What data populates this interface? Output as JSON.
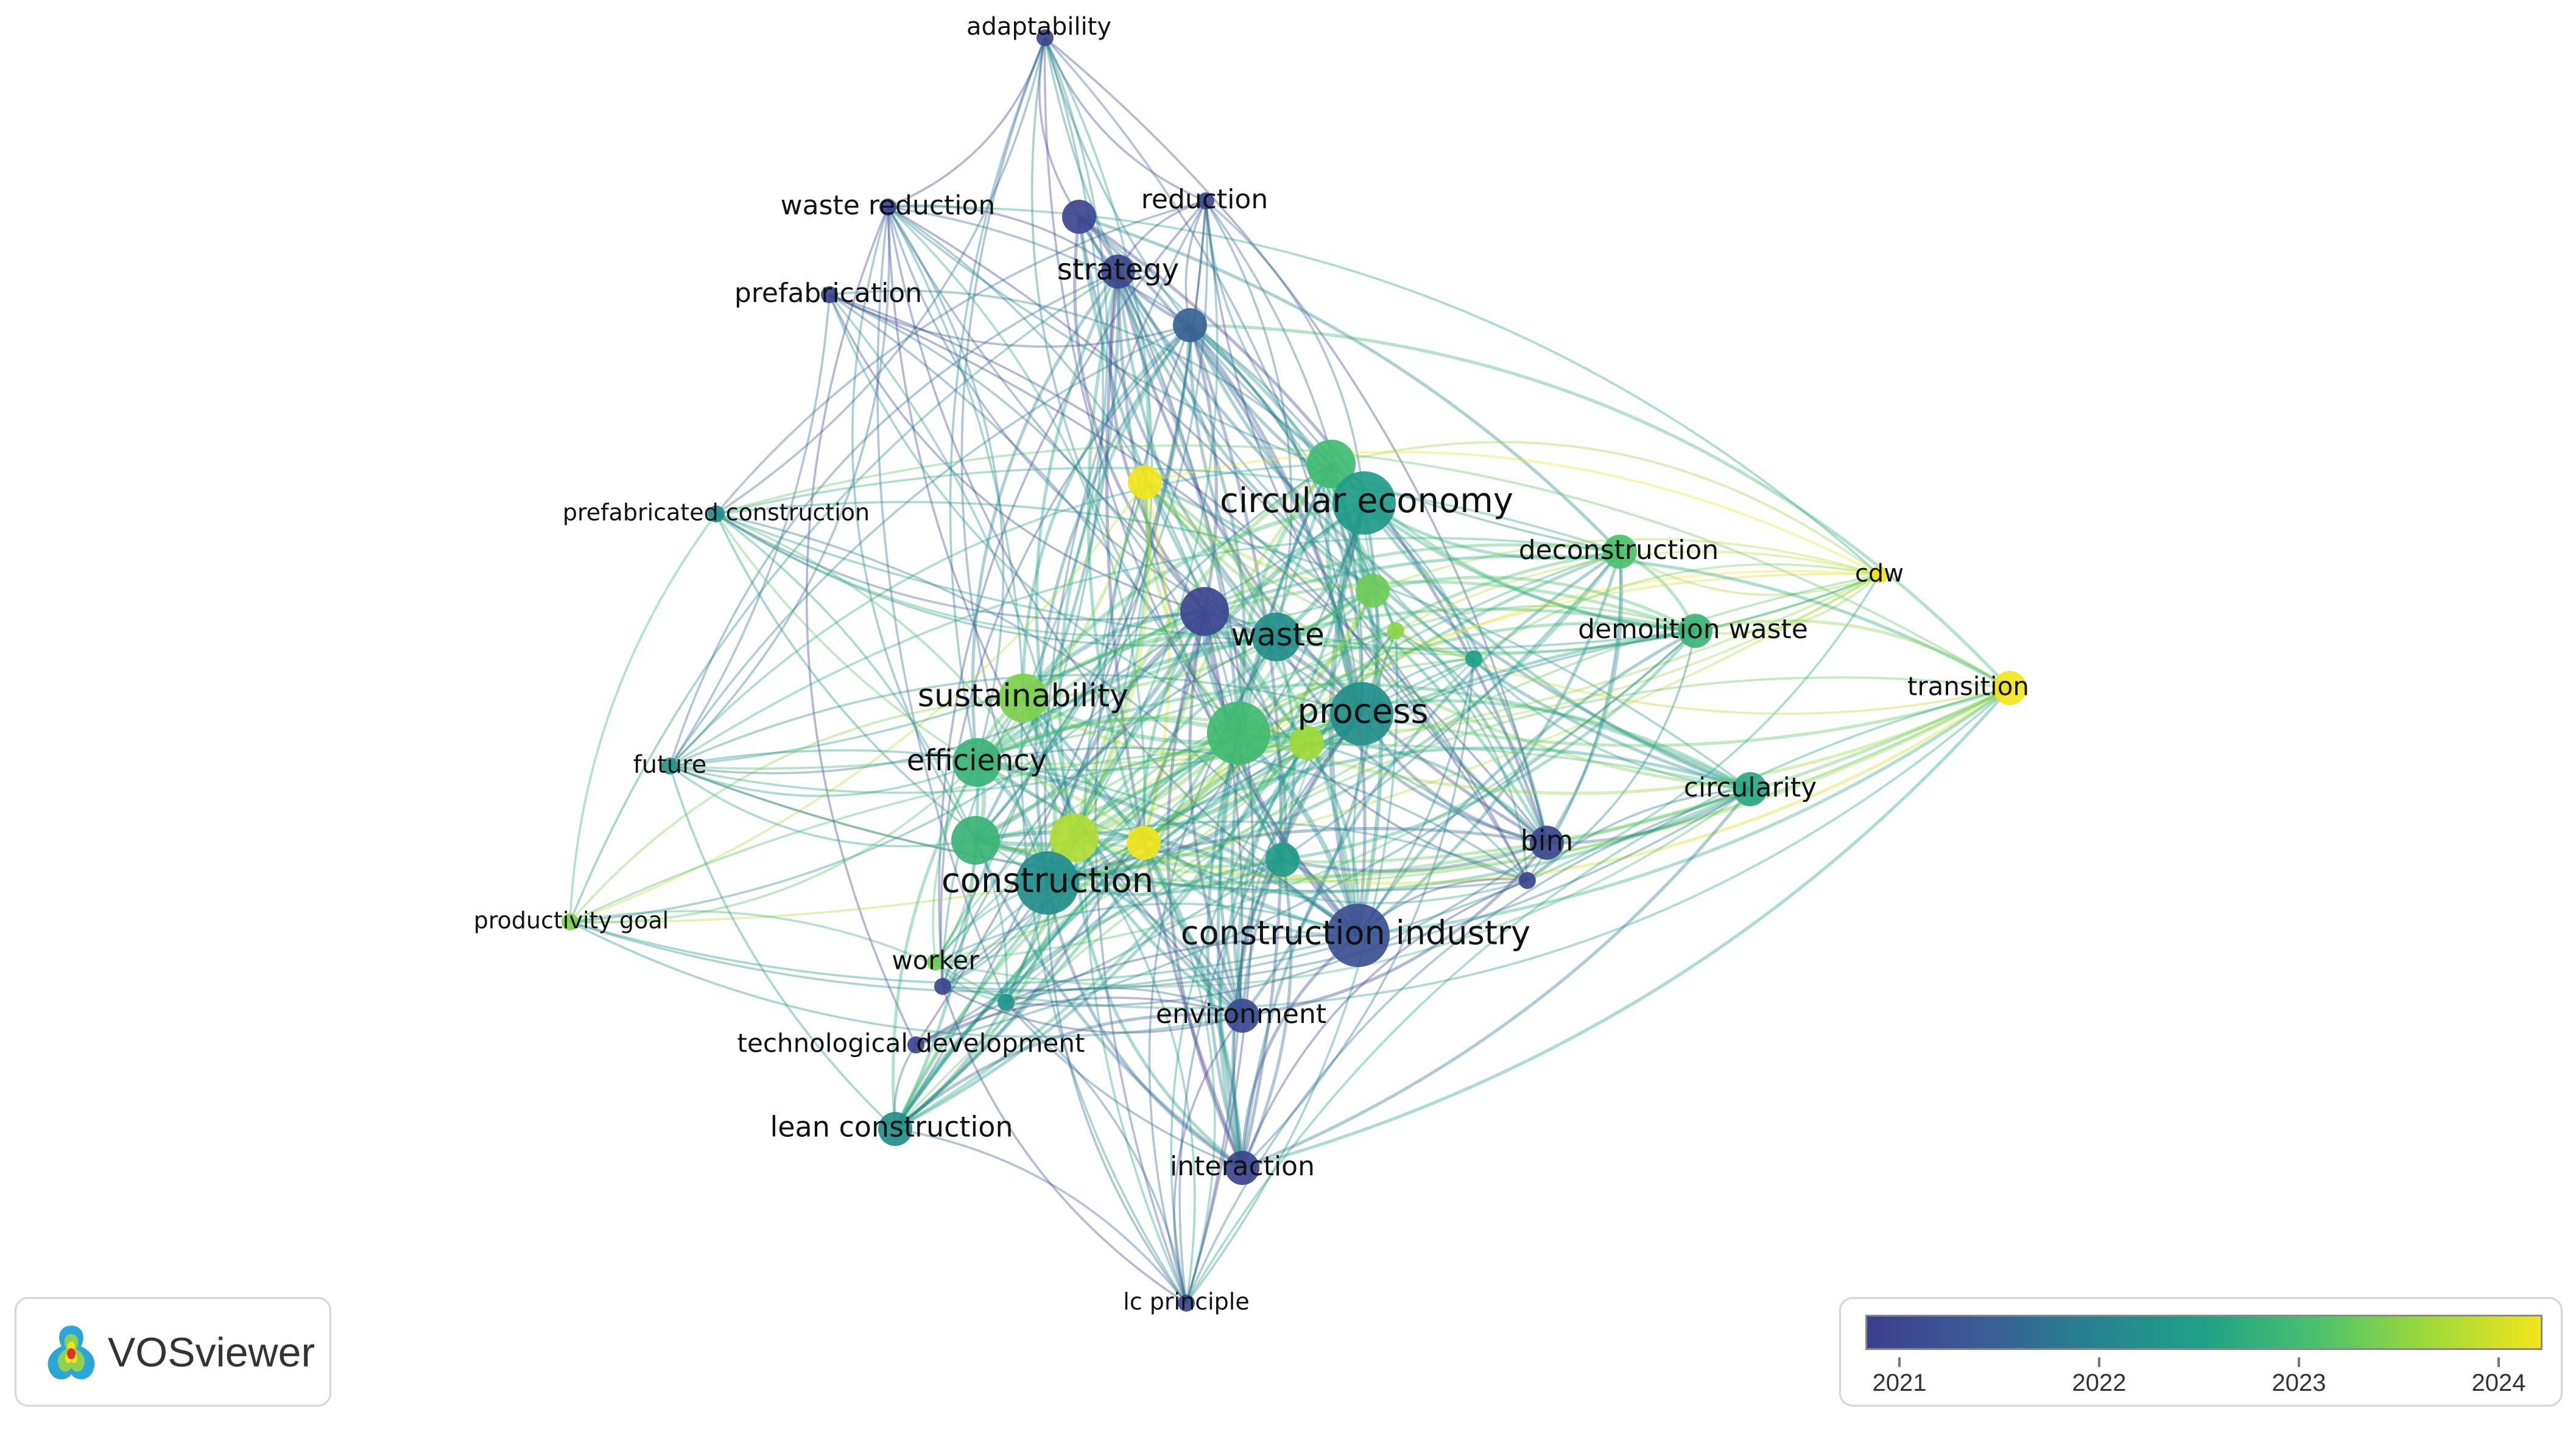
{
  "network": {
    "type": "vosviewer-overlay-map",
    "nodes": [
      {
        "id": "adaptability",
        "label": "adaptability",
        "year": 2021.1,
        "weight": 1
      },
      {
        "id": "waste-reduction",
        "label": "waste reduction",
        "year": 2021.1,
        "weight": 1
      },
      {
        "id": "reduction",
        "label": "reduction",
        "year": 2021.2,
        "weight": 1
      },
      {
        "id": "n-reduction-left",
        "label": "",
        "year": 2021.1,
        "weight": 2
      },
      {
        "id": "strategy",
        "label": "strategy",
        "year": 2021.1,
        "weight": 2
      },
      {
        "id": "prefabrication",
        "label": "prefabrication",
        "year": 2021.1,
        "weight": 1
      },
      {
        "id": "n-strategy-below",
        "label": "",
        "year": 2021.6,
        "weight": 2
      },
      {
        "id": "n-yellow-top",
        "label": "",
        "year": 2024.0,
        "weight": 2
      },
      {
        "id": "n-green-top",
        "label": "",
        "year": 2022.9,
        "weight": 3
      },
      {
        "id": "circular-economy",
        "label": "circular economy",
        "year": 2022.4,
        "weight": 4
      },
      {
        "id": "prefabricated-construction",
        "label": "prefabricated construction",
        "year": 2022.2,
        "weight": 1
      },
      {
        "id": "deconstruction",
        "label": "deconstruction",
        "year": 2023.0,
        "weight": 2
      },
      {
        "id": "cdw",
        "label": "cdw",
        "year": 2024.0,
        "weight": 1
      },
      {
        "id": "n-green-mid",
        "label": "",
        "year": 2023.2,
        "weight": 2
      },
      {
        "id": "n-purple-mid",
        "label": "",
        "year": 2021.1,
        "weight": 3
      },
      {
        "id": "waste",
        "label": "waste",
        "year": 2022.2,
        "weight": 3
      },
      {
        "id": "n-small-green",
        "label": "",
        "year": 2023.4,
        "weight": 1
      },
      {
        "id": "demolition-waste",
        "label": "demolition waste",
        "year": 2022.8,
        "weight": 2
      },
      {
        "id": "n-teal-small",
        "label": "",
        "year": 2022.5,
        "weight": 1
      },
      {
        "id": "transition",
        "label": "transition",
        "year": 2024.0,
        "weight": 2
      },
      {
        "id": "sustainability",
        "label": "sustainability",
        "year": 2023.3,
        "weight": 3
      },
      {
        "id": "process",
        "label": "process",
        "year": 2022.2,
        "weight": 4
      },
      {
        "id": "n-green-big",
        "label": "",
        "year": 2022.9,
        "weight": 4
      },
      {
        "id": "n-lime",
        "label": "",
        "year": 2023.5,
        "weight": 2
      },
      {
        "id": "future",
        "label": "future",
        "year": 2022.3,
        "weight": 1
      },
      {
        "id": "efficiency",
        "label": "efficiency",
        "year": 2022.8,
        "weight": 3
      },
      {
        "id": "circularity",
        "label": "circularity",
        "year": 2022.6,
        "weight": 2
      },
      {
        "id": "n-green-left",
        "label": "",
        "year": 2022.8,
        "weight": 3
      },
      {
        "id": "n-lime-left",
        "label": "",
        "year": 2023.6,
        "weight": 3
      },
      {
        "id": "n-yellow-mid",
        "label": "",
        "year": 2024.0,
        "weight": 2
      },
      {
        "id": "construction",
        "label": "construction",
        "year": 2022.2,
        "weight": 4
      },
      {
        "id": "n-teal-center",
        "label": "",
        "year": 2022.4,
        "weight": 2
      },
      {
        "id": "bim",
        "label": "bim",
        "year": 2021.1,
        "weight": 2
      },
      {
        "id": "n-bim-small",
        "label": "",
        "year": 2021.1,
        "weight": 1
      },
      {
        "id": "productivity-goal",
        "label": "productivity goal",
        "year": 2023.3,
        "weight": 1
      },
      {
        "id": "construction-industry",
        "label": "construction industry",
        "year": 2021.3,
        "weight": 4
      },
      {
        "id": "worker",
        "label": "worker",
        "year": 2023.2,
        "weight": 1
      },
      {
        "id": "n-worker-small",
        "label": "",
        "year": 2021.1,
        "weight": 1
      },
      {
        "id": "n-teal-lower",
        "label": "",
        "year": 2022.3,
        "weight": 1
      },
      {
        "id": "environment",
        "label": "environment",
        "year": 2021.2,
        "weight": 2
      },
      {
        "id": "technological-development",
        "label": "technological development",
        "year": 2021.1,
        "weight": 1
      },
      {
        "id": "lean-construction",
        "label": "lean construction",
        "year": 2022.2,
        "weight": 2
      },
      {
        "id": "interaction",
        "label": "interaction",
        "year": 2021.1,
        "weight": 2
      },
      {
        "id": "lc-principle",
        "label": "lc principle",
        "year": 2021.1,
        "weight": 1
      }
    ]
  },
  "legend": {
    "colors": [
      "#3b3f8c",
      "#3b5b96",
      "#26828e",
      "#1fa187",
      "#4ac16d",
      "#9fda3a",
      "#f2e51d"
    ],
    "ticks": [
      "2021",
      "2022",
      "2023",
      "2024"
    ]
  },
  "logo": {
    "text": "VOSviewer",
    "icon": "vosviewer-logo-icon"
  }
}
